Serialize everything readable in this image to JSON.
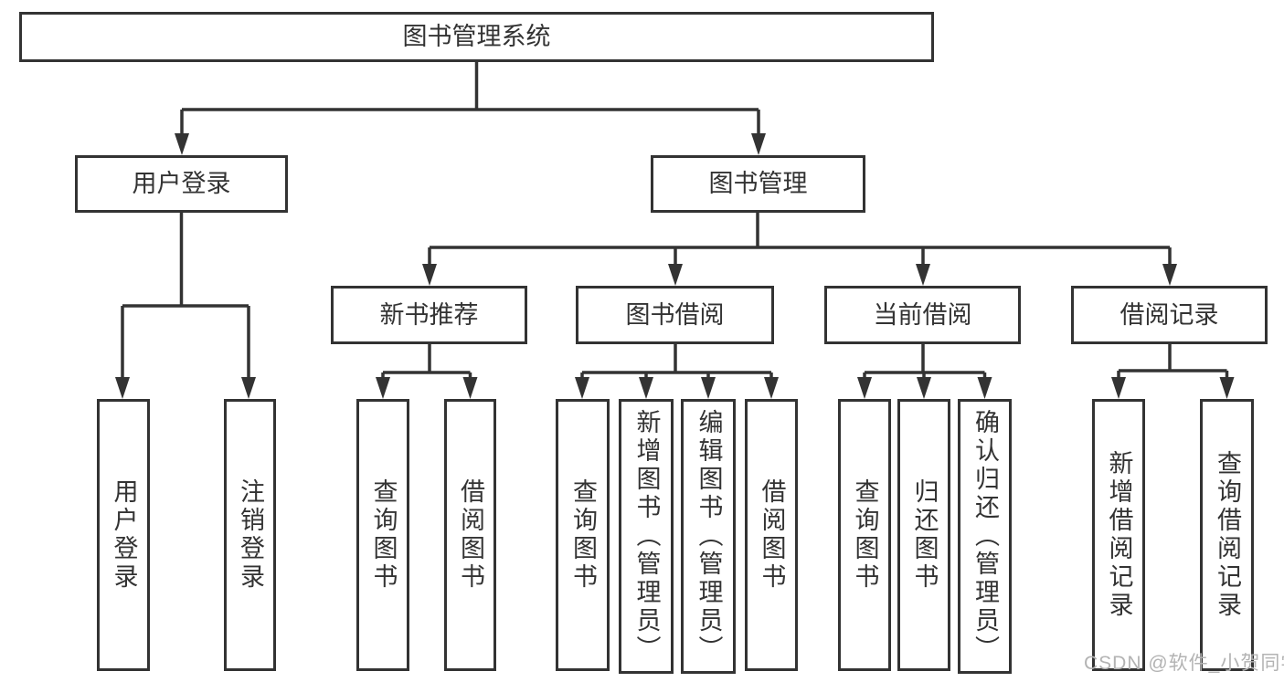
{
  "watermark": "CSDN @软件_小贺同学",
  "colors": {
    "line": "#333333",
    "text": "#333333",
    "watermark_text": "#b3b3b3",
    "background": "#ffffff"
  },
  "tree": {
    "root": {
      "label": "图书管理系统"
    },
    "children": [
      {
        "label": "用户登录",
        "children": [
          {
            "label": "用户登录"
          },
          {
            "label": "注销登录"
          }
        ]
      },
      {
        "label": "图书管理",
        "children": [
          {
            "label": "新书推荐",
            "children": [
              {
                "label": "查询图书"
              },
              {
                "label": "借阅图书"
              }
            ]
          },
          {
            "label": "图书借阅",
            "children": [
              {
                "label": "查询图书"
              },
              {
                "label": "新增图书（管理员）"
              },
              {
                "label": "编辑图书（管理员）"
              },
              {
                "label": "借阅图书"
              }
            ]
          },
          {
            "label": "当前借阅",
            "children": [
              {
                "label": "查询图书"
              },
              {
                "label": "归还图书"
              },
              {
                "label": "确认归还（管理员）"
              }
            ]
          },
          {
            "label": "借阅记录",
            "children": [
              {
                "label": "新增借阅记录"
              },
              {
                "label": "查询借阅记录"
              }
            ]
          }
        ]
      }
    ]
  }
}
